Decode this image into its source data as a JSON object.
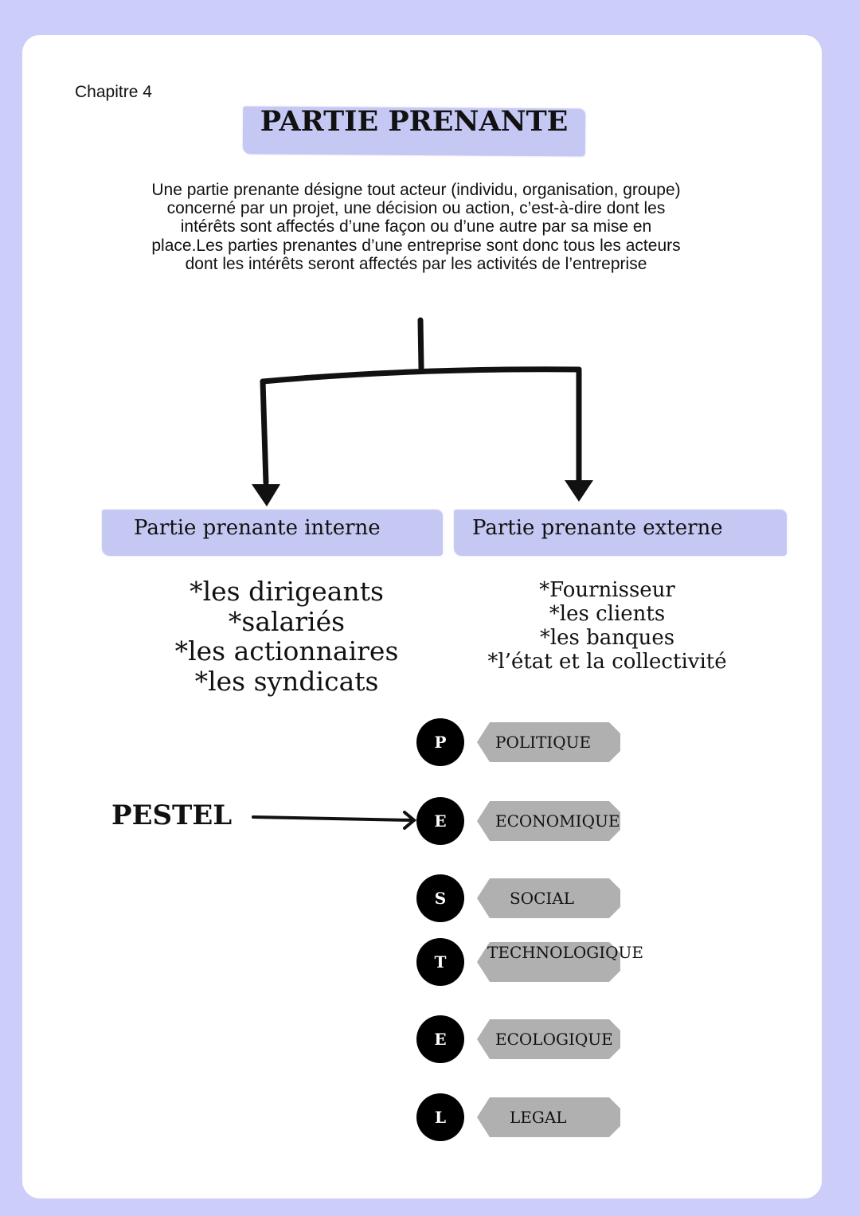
{
  "chapter": "Chapitre 4",
  "title": "PARTIE PRENANTE",
  "definition": "Une partie prenante désigne tout acteur (individu, organisation, groupe) concerné par un projet, une décision ou action, c’est-à-dire dont les intérêts sont affectés d’une façon ou d’une autre par sa mise en place.Les parties prenantes d’une entreprise sont donc tous les acteurs dont les intérêts seront affectés par les activités de l’entreprise",
  "internal": {
    "heading": "Partie prenante interne",
    "items": [
      "*les dirigeants",
      "*salariés",
      "*les actionnaires",
      "*les syndicats"
    ]
  },
  "external": {
    "heading": "Partie prenante externe",
    "items": [
      "*Fournisseur",
      "*les clients",
      "*les banques",
      "*l’état et la collectivité"
    ]
  },
  "pestel": {
    "label": "PESTEL",
    "items": [
      {
        "letter": "P",
        "word": "POLITIQUE"
      },
      {
        "letter": "E",
        "word": "ECONOMIQUE"
      },
      {
        "letter": "S",
        "word": "SOCIAL"
      },
      {
        "letter": "T",
        "word": "TECHNOLOGIQUE"
      },
      {
        "letter": "E",
        "word": "ECOLOGIQUE"
      },
      {
        "letter": "L",
        "word": "LEGAL"
      }
    ]
  }
}
